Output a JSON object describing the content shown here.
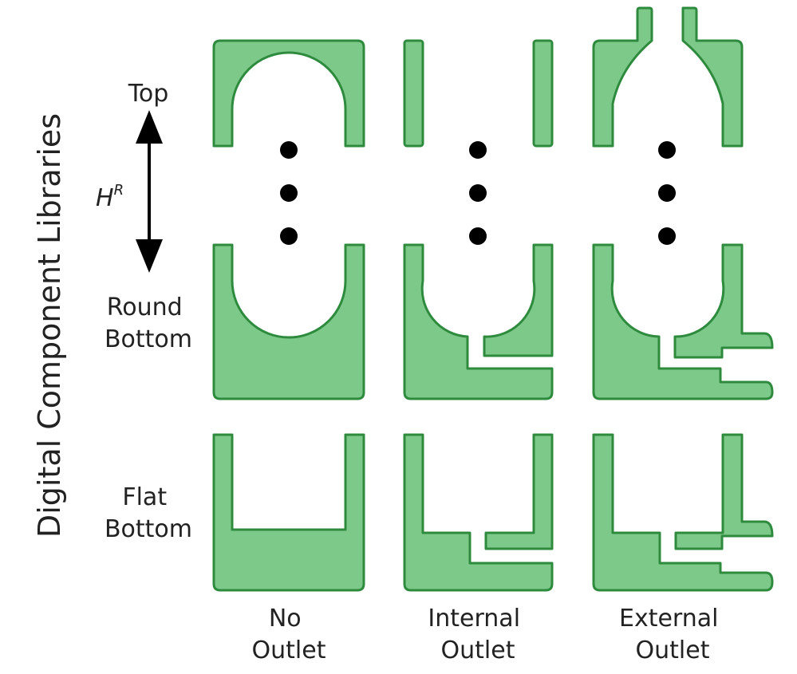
{
  "colors": {
    "fill": "#7dc98a",
    "stroke": "#2e8b3e",
    "text": "#222222",
    "dot": "#000000"
  },
  "side_title": "Digital Component Libraries",
  "rows": {
    "top": "Top",
    "height": {
      "symbol": "H",
      "superscript": "R"
    },
    "round_bottom": [
      "Round",
      "Bottom"
    ],
    "flat_bottom": [
      "Flat",
      "Bottom"
    ]
  },
  "columns": [
    {
      "lines": [
        "No",
        "Outlet"
      ]
    },
    {
      "lines": [
        "Internal",
        "Outlet"
      ]
    },
    {
      "lines": [
        "External",
        "Outlet"
      ]
    }
  ],
  "icons": [
    "double-arrow-icon",
    "ellipsis-dots-icon"
  ]
}
